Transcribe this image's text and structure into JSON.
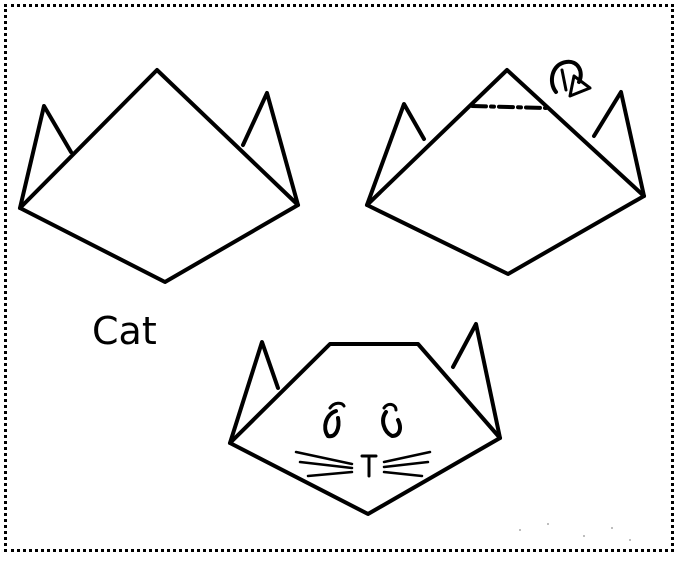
{
  "caption": "Cat",
  "steps": [
    {
      "label": "step-1",
      "description_hidden": ""
    },
    {
      "label": "step-2",
      "fold_hint": "fold-down"
    },
    {
      "label": "step-3",
      "result": "cat-face"
    }
  ],
  "colors": {
    "ink": "#000000",
    "paper": "#ffffff"
  },
  "icons": [
    "fold-arrow-icon",
    "fold-line-icon"
  ]
}
